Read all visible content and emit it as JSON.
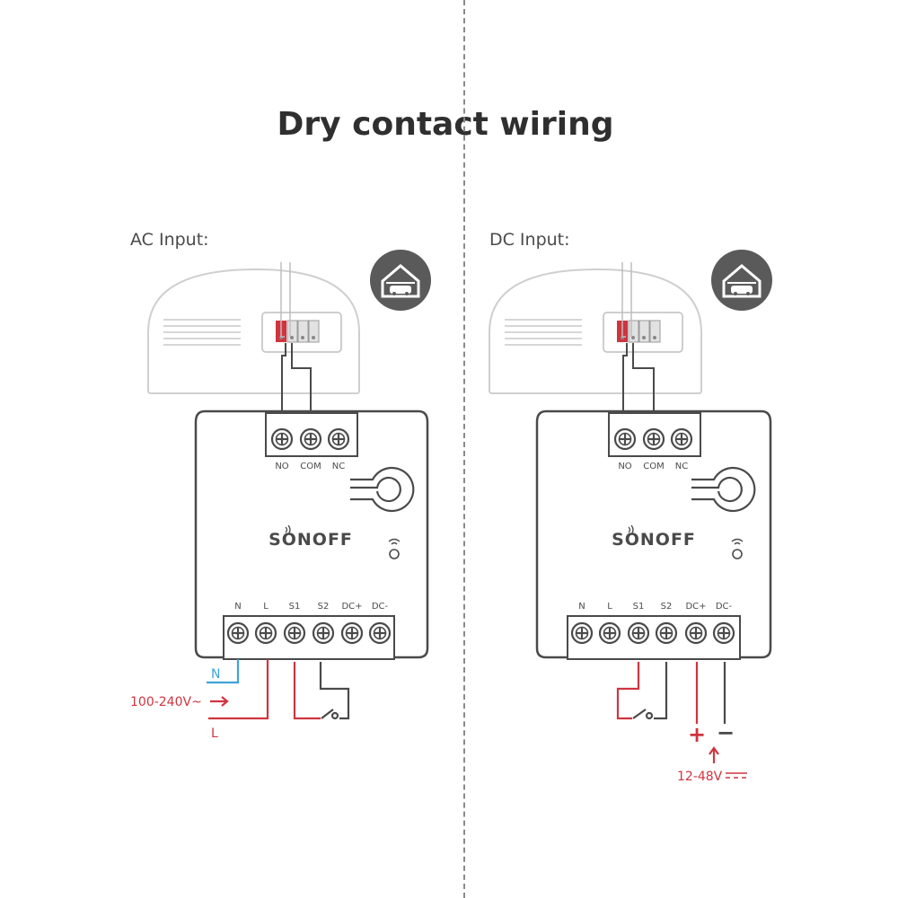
{
  "title": "Dry contact wiring",
  "ac_panel": {
    "label": "AC Input:",
    "top_terminals": [
      "NO",
      "COM",
      "NC"
    ],
    "bottom_terminals": [
      "N",
      "L",
      "S1",
      "S2",
      "DC+",
      "DC-"
    ],
    "brand": "SONOFF",
    "neutral_label": "N",
    "voltage_label": "100-240V~",
    "line_label": "L"
  },
  "dc_panel": {
    "label": "DC Input:",
    "top_terminals": [
      "NO",
      "COM",
      "NC"
    ],
    "bottom_terminals": [
      "N",
      "L",
      "S1",
      "S2",
      "DC+",
      "DC-"
    ],
    "brand": "SONOFF",
    "plus_label": "+",
    "minus_label": "−",
    "voltage_label": "12-48V"
  },
  "icons": {
    "garage": "garage-door-icon",
    "wifi": "wifi-icon",
    "switch": "switch-icon",
    "dc_symbol": "dc-current-icon"
  },
  "colors": {
    "red_wire": "#d0343f",
    "blue_wire": "#3ea3d8",
    "device_outline": "#4a4a4a",
    "receiver_outline": "#c8c8c8",
    "icon_bg": "#5a5a5a"
  }
}
